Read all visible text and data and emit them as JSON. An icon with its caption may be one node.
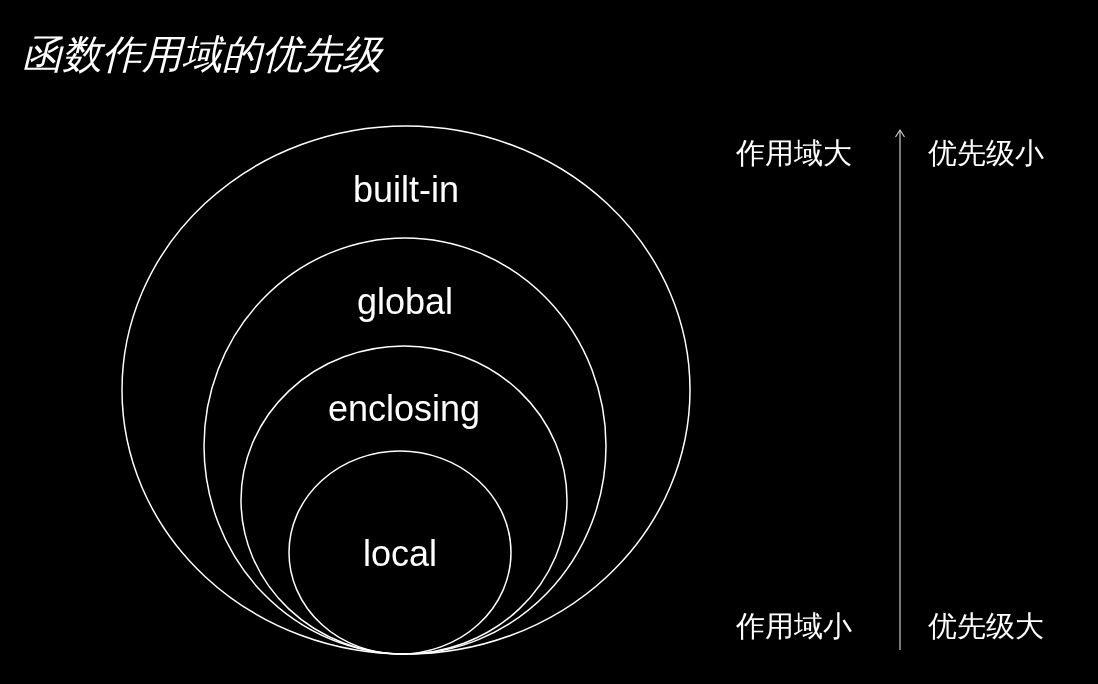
{
  "diagram": {
    "title": "函数作用域的优先级",
    "nodes": [
      {
        "text": [
          "built-in"
        ]
      },
      {
        "text": [
          "global"
        ],
        "in": 0
      },
      {
        "text": [
          "enclosing"
        ],
        "in": 1
      },
      {
        "text": [
          "local"
        ],
        "in": 2
      }
    ],
    "labels": [
      "作用域大",
      "优先级小",
      "作用域小",
      "优先级大"
    ]
  }
}
